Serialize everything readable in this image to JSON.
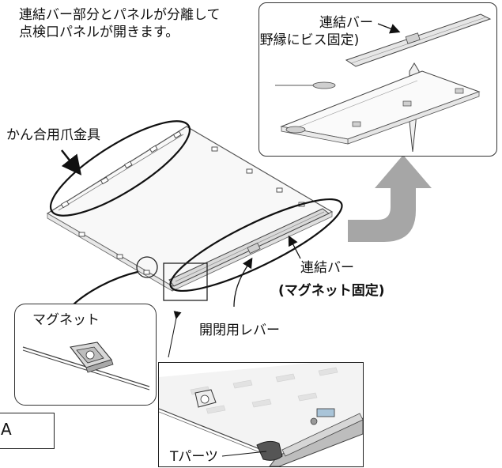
{
  "caption": {
    "line1": "連結バー部分とパネルが分離して",
    "line2": "点検口パネルが開きます。"
  },
  "labels": {
    "clamp_fitting": "かん合用爪金具",
    "top_connecting_bar": "連結バー",
    "top_fixing": "(野縁にビス固定)",
    "connecting_bar": "連結バー",
    "magnet_fixing": "(マグネット固定)",
    "open_close_lever": "開閉用レバー",
    "magnet": "マグネット",
    "t_parts": "Tパーツ",
    "corner_box_letter": "A"
  },
  "colors": {
    "arrow_fill": "#a6a6a6",
    "panel_fill": "#f7f7f7",
    "line": "#333333"
  }
}
